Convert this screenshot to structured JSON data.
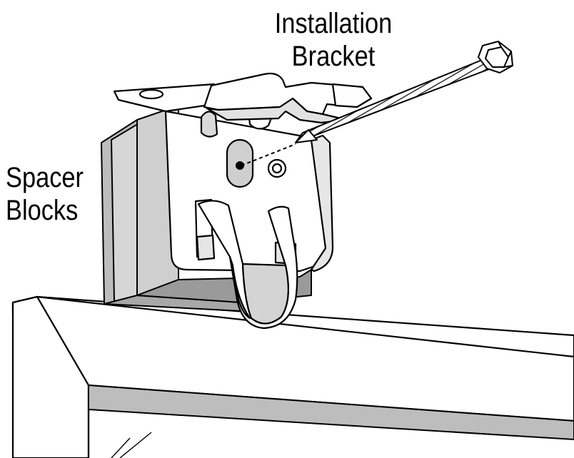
{
  "labels": {
    "installation_bracket": [
      "Installation",
      "Bracket"
    ],
    "spacer_blocks": [
      "Spacer",
      "Blocks"
    ]
  },
  "colors": {
    "line": "#000000",
    "light_gray": "#d9d9d9",
    "mid_gray": "#bdbdbd",
    "dark_gray": "#9a9a9a",
    "white": "#ffffff"
  },
  "icons": {
    "screw": "hex-head-screw-icon",
    "pilot_hole": "pilot-hole-icon"
  }
}
